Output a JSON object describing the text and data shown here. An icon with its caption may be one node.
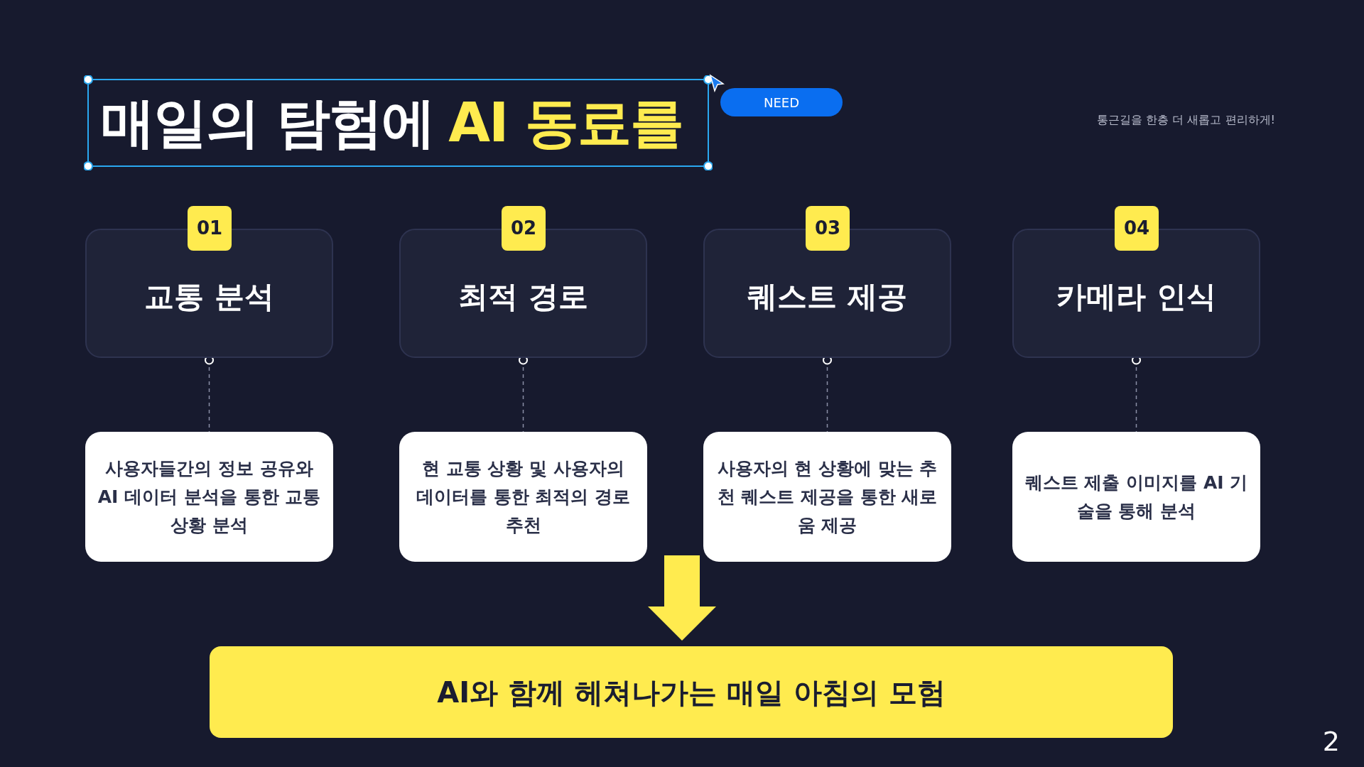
{
  "diagram": {
    "nodes": [
      {
        "text": [
          "매일의 탐험에",
          "AI 동료를"
        ]
      },
      {
        "text": [
          "NEED"
        ]
      },
      {
        "text": [
          "01"
        ]
      },
      {
        "text": [
          "교통 분석"
        ]
      },
      {
        "text": [
          "02"
        ]
      },
      {
        "text": [
          "최적 경로"
        ]
      },
      {
        "text": [
          "03"
        ]
      },
      {
        "text": [
          "퀘스트 제공"
        ]
      },
      {
        "text": [
          "04"
        ]
      },
      {
        "text": [
          "카메라 인식"
        ]
      },
      {
        "text": [
          "사용자들간의 정보 공유와  AI 데이터 분석을 통한 교통 상황 분석"
        ]
      },
      {
        "text": [
          "현 교통 상황 및 사용자의 데이터를 통한 최적의 경로 추천"
        ]
      },
      {
        "text": [
          "사용자의 현 상황에 맞는 추천 퀘스트 제공을 통한 새로움 제공"
        ]
      },
      {
        "text": [
          "퀘스트 제출 이미지를 AI 기술을 통해 분석"
        ]
      },
      {
        "text": [
          "AI와 함께 헤쳐나가는 매일 아침의 모험"
        ]
      }
    ],
    "edges": [
      {
        "from": 3,
        "to": 10,
        "arrow": "other",
        "style": "dashed"
      },
      {
        "from": 5,
        "to": 11,
        "arrow": "other",
        "style": "dashed"
      },
      {
        "from": 7,
        "to": 12,
        "arrow": "other",
        "style": "dashed"
      },
      {
        "from": 9,
        "to": 13,
        "arrow": "other",
        "style": "dashed"
      },
      {
        "from": null,
        "to": 14,
        "arrow": "to",
        "style": "thick",
        "color": "#ffeb4f"
      }
    ],
    "labels": [
      "통근길을 한층 더 새롭고 편리하게!",
      "2"
    ]
  }
}
